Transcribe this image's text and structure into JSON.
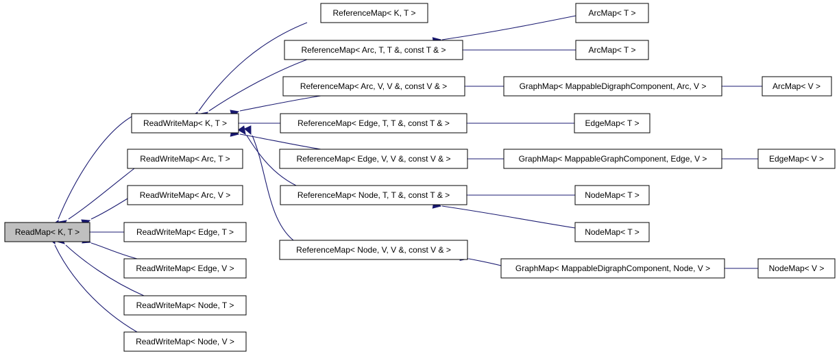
{
  "colors": {
    "edge": "#191970",
    "root_fill": "#bfbfbf",
    "node_fill": "#ffffff",
    "border": "#000000"
  },
  "nodes": {
    "readmap_kt": "ReadMap< K, T >",
    "rwmap_kt": "ReadWriteMap< K, T >",
    "rwmap_arc_t": "ReadWriteMap< Arc, T >",
    "rwmap_arc_v": "ReadWriteMap< Arc, V >",
    "rwmap_edge_t": "ReadWriteMap< Edge, T >",
    "rwmap_edge_v": "ReadWriteMap< Edge, V >",
    "rwmap_node_t": "ReadWriteMap< Node, T >",
    "rwmap_node_v": "ReadWriteMap< Node, V >",
    "refmap_kt": "ReferenceMap< K, T >",
    "refmap_arc_t": "ReferenceMap< Arc, T, T &, const T & >",
    "refmap_arc_v": "ReferenceMap< Arc, V, V &, const V & >",
    "refmap_edge_t": "ReferenceMap< Edge, T, T &, const T & >",
    "refmap_edge_v": "ReferenceMap< Edge, V, V &, const V & >",
    "refmap_node_t": "ReferenceMap< Node, T, T &, const T & >",
    "refmap_node_v": "ReferenceMap< Node, V, V &, const V & >",
    "arcmap_t_1": "ArcMap< T >",
    "arcmap_t_2": "ArcMap< T >",
    "graphmap_digraph_arc": "GraphMap< MappableDigraphComponent, Arc, V >",
    "arcmap_v": "ArcMap< V >",
    "edgemap_t": "EdgeMap< T >",
    "graphmap_graph_edge": "GraphMap< MappableGraphComponent, Edge, V >",
    "edgemap_v": "EdgeMap< V >",
    "nodemap_t_1": "NodeMap< T >",
    "nodemap_t_2": "NodeMap< T >",
    "graphmap_digraph_node": "GraphMap< MappableDigraphComponent, Node, V >",
    "nodemap_v": "NodeMap< V >"
  }
}
